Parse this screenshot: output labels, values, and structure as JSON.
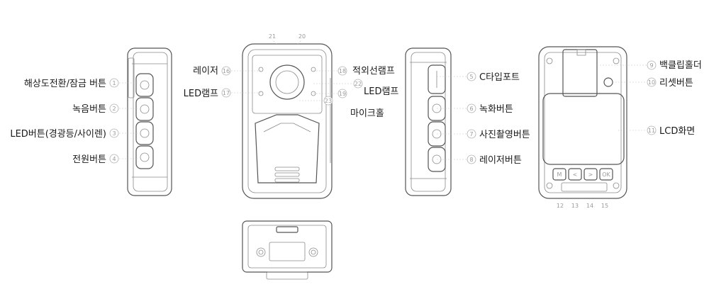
{
  "callouts": [
    {
      "num": "1",
      "label": "해상도전환/잠금 버튼"
    },
    {
      "num": "2",
      "label": "녹음버튼"
    },
    {
      "num": "3",
      "label": "LED버튼(경광등/사이렌)"
    },
    {
      "num": "4",
      "label": "전원버튼"
    },
    {
      "num": "16",
      "label": "레이저"
    },
    {
      "num": "17",
      "label": "LED램프"
    },
    {
      "num": "18",
      "label": "적외선램프"
    },
    {
      "num": "22",
      "label": "LED램프"
    },
    {
      "num": "23",
      "label": "마이크홀"
    },
    {
      "num": "5",
      "label": "C타입포트"
    },
    {
      "num": "6",
      "label": "녹화버튼"
    },
    {
      "num": "7",
      "label": "사진촬영버튼"
    },
    {
      "num": "8",
      "label": "레이저버튼"
    },
    {
      "num": "9",
      "label": "백클립홀더"
    },
    {
      "num": "10",
      "label": "리셋버튼"
    },
    {
      "num": "11",
      "label": "LCD화면"
    }
  ],
  "extra_numbers": [
    "21",
    "20",
    "19",
    "12",
    "13",
    "14",
    "15"
  ],
  "button_glyphs": [
    "M",
    "<",
    ">",
    "OK"
  ]
}
